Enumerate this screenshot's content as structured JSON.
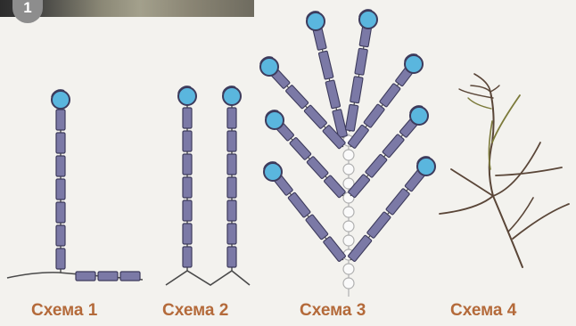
{
  "step_badge": "1",
  "captions": [
    "Схема 1",
    "Схема 2",
    "Схема 3",
    "Схема 4"
  ],
  "colors": {
    "bead_body": "#7b79a6",
    "bead_outline": "#3d3b5c",
    "bead_top": "#5ab6de",
    "wire": "#4a4a4a",
    "caption": "#b46a3a",
    "twig_dark": "#5a4638",
    "twig_olive": "#7c7a3a"
  }
}
